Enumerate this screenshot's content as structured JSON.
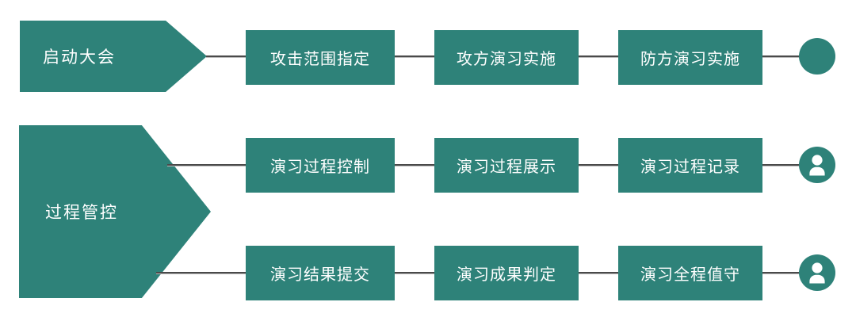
{
  "diagram": {
    "title": "",
    "colors": {
      "accent": "#2e8279",
      "connector": "#4a4a4a",
      "connector_shadow": "#b9b9b9",
      "text_on_accent": "#ffffff",
      "background": "#ffffff"
    },
    "stages": [
      {
        "id": "stage-1",
        "label": "启动大会"
      },
      {
        "id": "stage-2",
        "label": "过程管控"
      }
    ],
    "rows": [
      {
        "id": "row-1",
        "stage": "启动大会",
        "steps": [
          {
            "id": "step-1-1",
            "label": "攻击范围指定"
          },
          {
            "id": "step-1-2",
            "label": "攻方演习实施"
          },
          {
            "id": "step-1-3",
            "label": "防方演习实施"
          }
        ],
        "endpoint": {
          "id": "endpoint-1",
          "icon": "filled-circle-icon",
          "has_person": false
        }
      },
      {
        "id": "row-2",
        "stage": "过程管控",
        "steps": [
          {
            "id": "step-2-1",
            "label": "演习过程控制"
          },
          {
            "id": "step-2-2",
            "label": "演习过程展示"
          },
          {
            "id": "step-2-3",
            "label": "演习过程记录"
          }
        ],
        "endpoint": {
          "id": "endpoint-2",
          "icon": "person-icon",
          "has_person": true
        }
      },
      {
        "id": "row-3",
        "stage": "过程管控",
        "steps": [
          {
            "id": "step-3-1",
            "label": "演习结果提交"
          },
          {
            "id": "step-3-2",
            "label": "演习成果判定"
          },
          {
            "id": "step-3-3",
            "label": "演习全程值守"
          }
        ],
        "endpoint": {
          "id": "endpoint-3",
          "icon": "person-icon",
          "has_person": true
        }
      }
    ]
  }
}
